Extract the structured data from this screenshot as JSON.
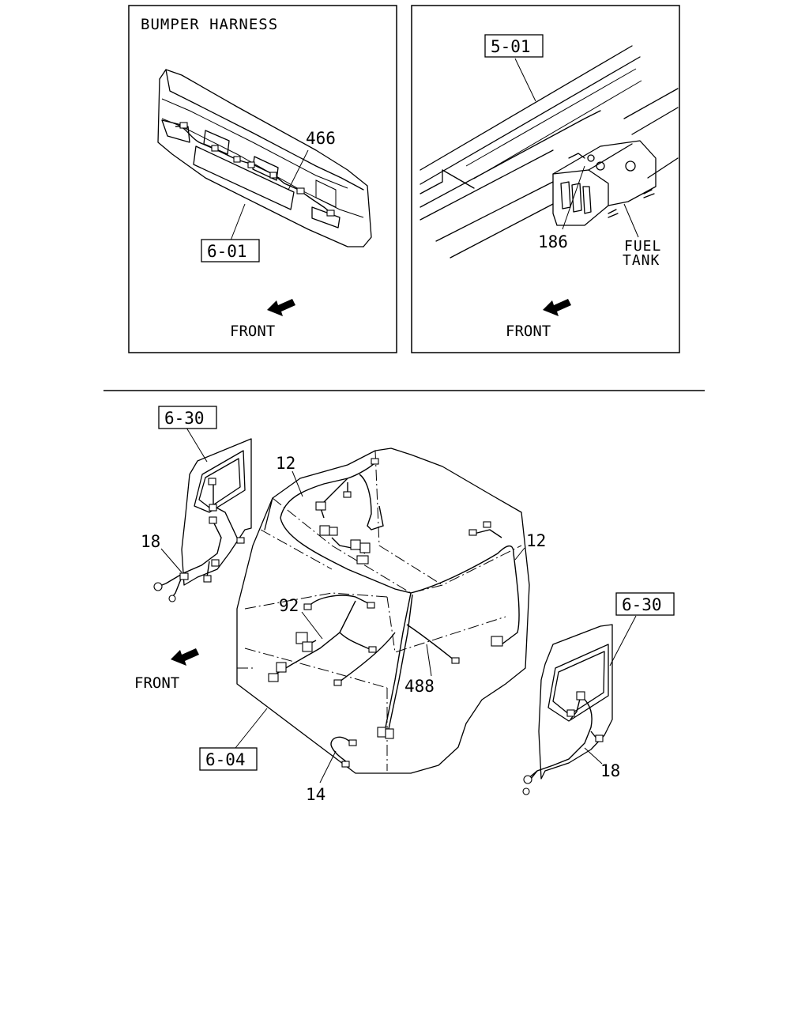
{
  "panel_bumper": {
    "title": "BUMPER HARNESS",
    "part_466": "466",
    "ref_box": "6-01",
    "front_label": "FRONT"
  },
  "panel_fuel": {
    "ref_box": "5-01",
    "part_186": "186",
    "fuel_label_line1": "FUEL",
    "fuel_label_line2": "TANK",
    "front_label": "FRONT"
  },
  "main_diagram": {
    "ref_door_left": "6-30",
    "ref_door_right": "6-30",
    "ref_cab": "6-04",
    "part_12_a": "12",
    "part_12_b": "12",
    "part_18_left": "18",
    "part_18_right": "18",
    "part_92": "92",
    "part_488": "488",
    "part_14": "14",
    "front_label": "FRONT"
  }
}
